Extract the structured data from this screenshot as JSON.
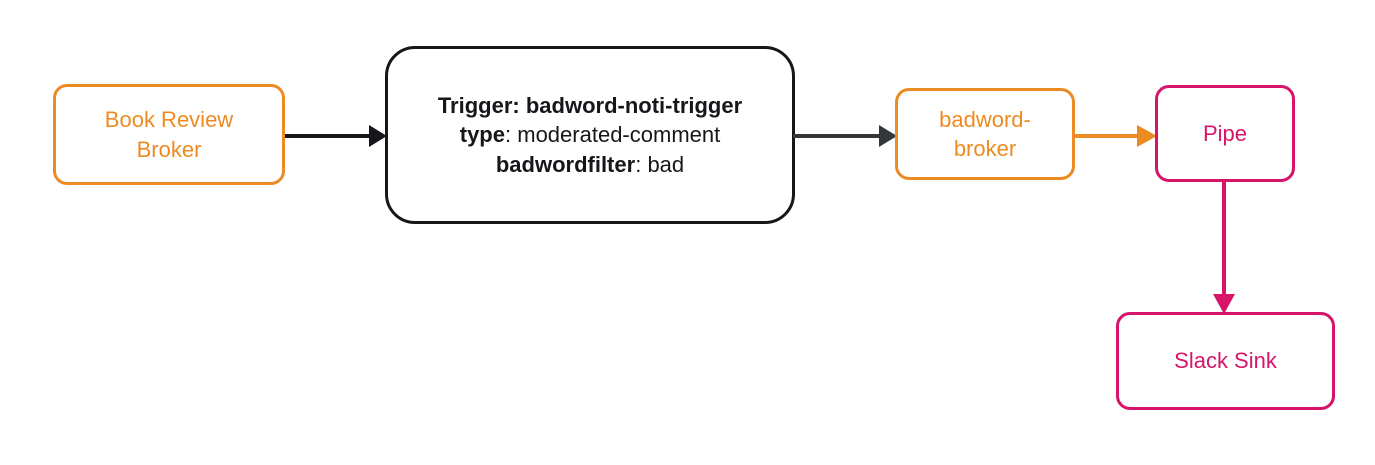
{
  "diagram": {
    "title": "badword notification pipeline flow",
    "background": "#ffffff",
    "colors": {
      "orange": "#ED8B23",
      "pink": "#D6156A",
      "dark": "#16171A"
    },
    "nodes": {
      "book_review_broker": {
        "line1": "Book Review",
        "line2": "Broker",
        "color": "#ED8B23"
      },
      "trigger": {
        "line1_key": "Trigger:",
        "line1_value": "badword-noti-trigger",
        "line2_key": "type",
        "line2_sep": ":",
        "line2_value": "moderated-comment",
        "line3_key": "badwordfilter",
        "line3_sep": ":",
        "line3_value": "bad",
        "color": "#16171A"
      },
      "badword_broker": {
        "line1": "badword-",
        "line2": "broker",
        "color": "#ED8B23"
      },
      "pipe": {
        "label": "Pipe",
        "color": "#D6156A"
      },
      "slack_sink": {
        "label": "Slack Sink",
        "color": "#D6156A"
      }
    },
    "edges": [
      {
        "name": "book-review-broker-to-trigger",
        "from": "Book Review Broker",
        "to": "Trigger: badword-noti-trigger",
        "color": "#16171A",
        "direction": "right"
      },
      {
        "name": "trigger-to-badword-broker",
        "from": "Trigger: badword-noti-trigger",
        "to": "badword-broker",
        "color": "#33373B",
        "direction": "right"
      },
      {
        "name": "badword-broker-to-pipe",
        "from": "badword-broker",
        "to": "Pipe",
        "color": "#ED8B23",
        "direction": "right"
      },
      {
        "name": "pipe-to-slack-sink",
        "from": "Pipe",
        "to": "Slack Sink",
        "color": "#D6156A",
        "direction": "down"
      }
    ]
  }
}
